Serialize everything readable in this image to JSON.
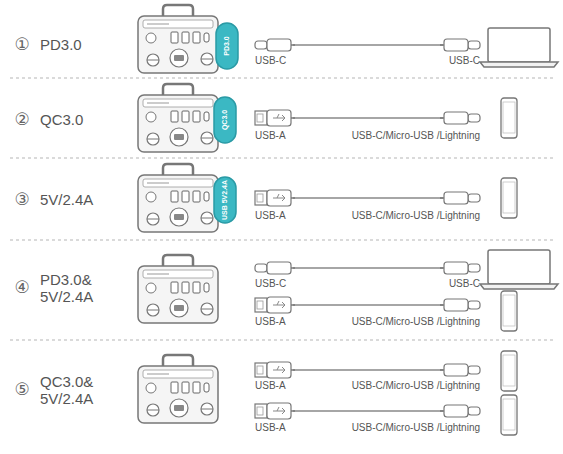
{
  "diagram": {
    "labels": [
      "①",
      "PD3.0",
      "PD3.0",
      "USB-C",
      "USB-C",
      "②",
      "QC3.0",
      "QC3.0",
      "USB-A",
      "USB-C/Micro-USB /Lightning",
      "③",
      "5V/2.4A",
      "USB 5V2.4A",
      "USB-A",
      "USB-C/Micro-USB /Lightning",
      "④",
      "PD3.0& 5V/2.4A",
      "USB-C",
      "USB-C",
      "USB-A",
      "USB-C/Micro-USB /Lightning",
      "⑤",
      "QC3.0& 5V/2.4A",
      "USB-A",
      "USB-C/Micro-USB /Lightning",
      "USB-A",
      "USB-C/Micro-USB /Lightning"
    ]
  }
}
